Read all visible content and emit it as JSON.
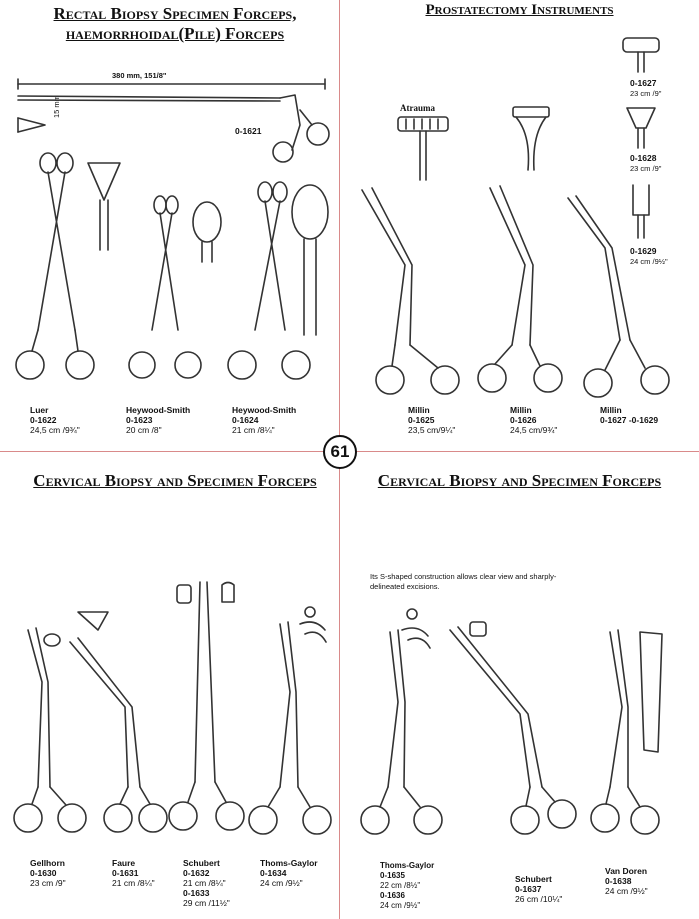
{
  "page_number": "61",
  "sections": {
    "rectal": {
      "title_line1": "Rectal Biopsy Specimen Forceps,",
      "title_line2": "haemorrhoidal(Pile) Forceps",
      "dimension": "380 mm, 151/8\"",
      "jaw_size": "15 mm",
      "top_code": "0-1621",
      "items": [
        {
          "name": "Luer",
          "code": "0-1622",
          "size": "24,5 cm /9¾\""
        },
        {
          "name": "Heywood-Smith",
          "code": "0-1623",
          "size": "20 cm /8\""
        },
        {
          "name": "Heywood-Smith",
          "code": "0-1624",
          "size": "21 cm /8¼\""
        }
      ]
    },
    "prostatectomy": {
      "title": "Prostatectomy Instruments",
      "atrauma": "Atrauma",
      "tips": [
        {
          "code": "0-1627",
          "size": "23 cm /9\""
        },
        {
          "code": "0-1628",
          "size": "23 cm /9\""
        },
        {
          "code": "0-1629",
          "size": "24 cm /9½\""
        }
      ],
      "items": [
        {
          "name": "Millin",
          "code": "0-1625",
          "size": "23,5 cm/9¼\""
        },
        {
          "name": "Millin",
          "code": "0-1626",
          "size": "24,5 cm/9¾\""
        },
        {
          "name": "Millin",
          "code": "0-1627 -0-1629",
          "size": ""
        }
      ]
    },
    "cervical_left": {
      "title": "Cervical Biopsy and Specimen Forceps",
      "items": [
        {
          "name": "Gellhorn",
          "code": "0-1630",
          "size": "23 cm /9\""
        },
        {
          "name": "Faure",
          "code": "0-1631",
          "size": "21 cm /8¼\""
        },
        {
          "name": "Schubert",
          "code": "0-1632",
          "size": "21 cm /8¼\"",
          "code2": "0-1633",
          "size2": "29 cm /11½\""
        },
        {
          "name": "Thoms-Gaylor",
          "code": "0-1634",
          "size": "24 cm /9½\""
        }
      ]
    },
    "cervical_right": {
      "title": "Cervical Biopsy and Specimen Forceps",
      "note": "Its S-shaped construction allows clear view and sharply-delineated excisions.",
      "items": [
        {
          "name": "Thoms-Gaylor",
          "code": "0-1635",
          "size": "22 cm /8½\"",
          "code2": "0-1636",
          "size2": "24 cm /9½\""
        },
        {
          "name": "Schubert",
          "code": "0-1637",
          "size": "26 cm /10¼\""
        },
        {
          "name": "Van Doren",
          "code": "0-1638",
          "size": "24 cm /9½\""
        }
      ]
    }
  }
}
